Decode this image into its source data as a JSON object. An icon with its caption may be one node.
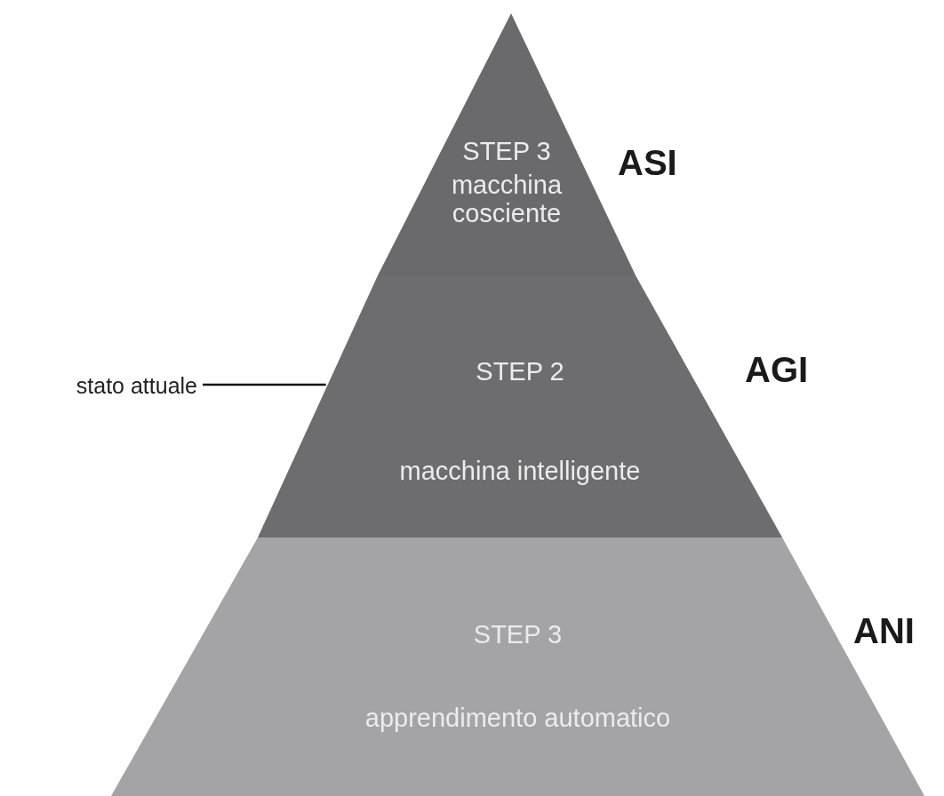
{
  "diagram": {
    "nodes": [
      {
        "text": [
          "STEP 3",
          "macchina cosciente"
        ],
        "beside": [
          "ASI"
        ]
      },
      {
        "text": [
          "STEP 2",
          "macchina intelligente"
        ],
        "beside": [
          "AGI"
        ]
      },
      {
        "text": [
          "STEP 3",
          "apprendimento automatico"
        ],
        "beside": [
          "ANI"
        ]
      },
      {
        "text": [
          "stato attuale"
        ]
      }
    ],
    "edges": [
      {
        "from": 3,
        "to": 1,
        "arrow": "none"
      }
    ]
  }
}
